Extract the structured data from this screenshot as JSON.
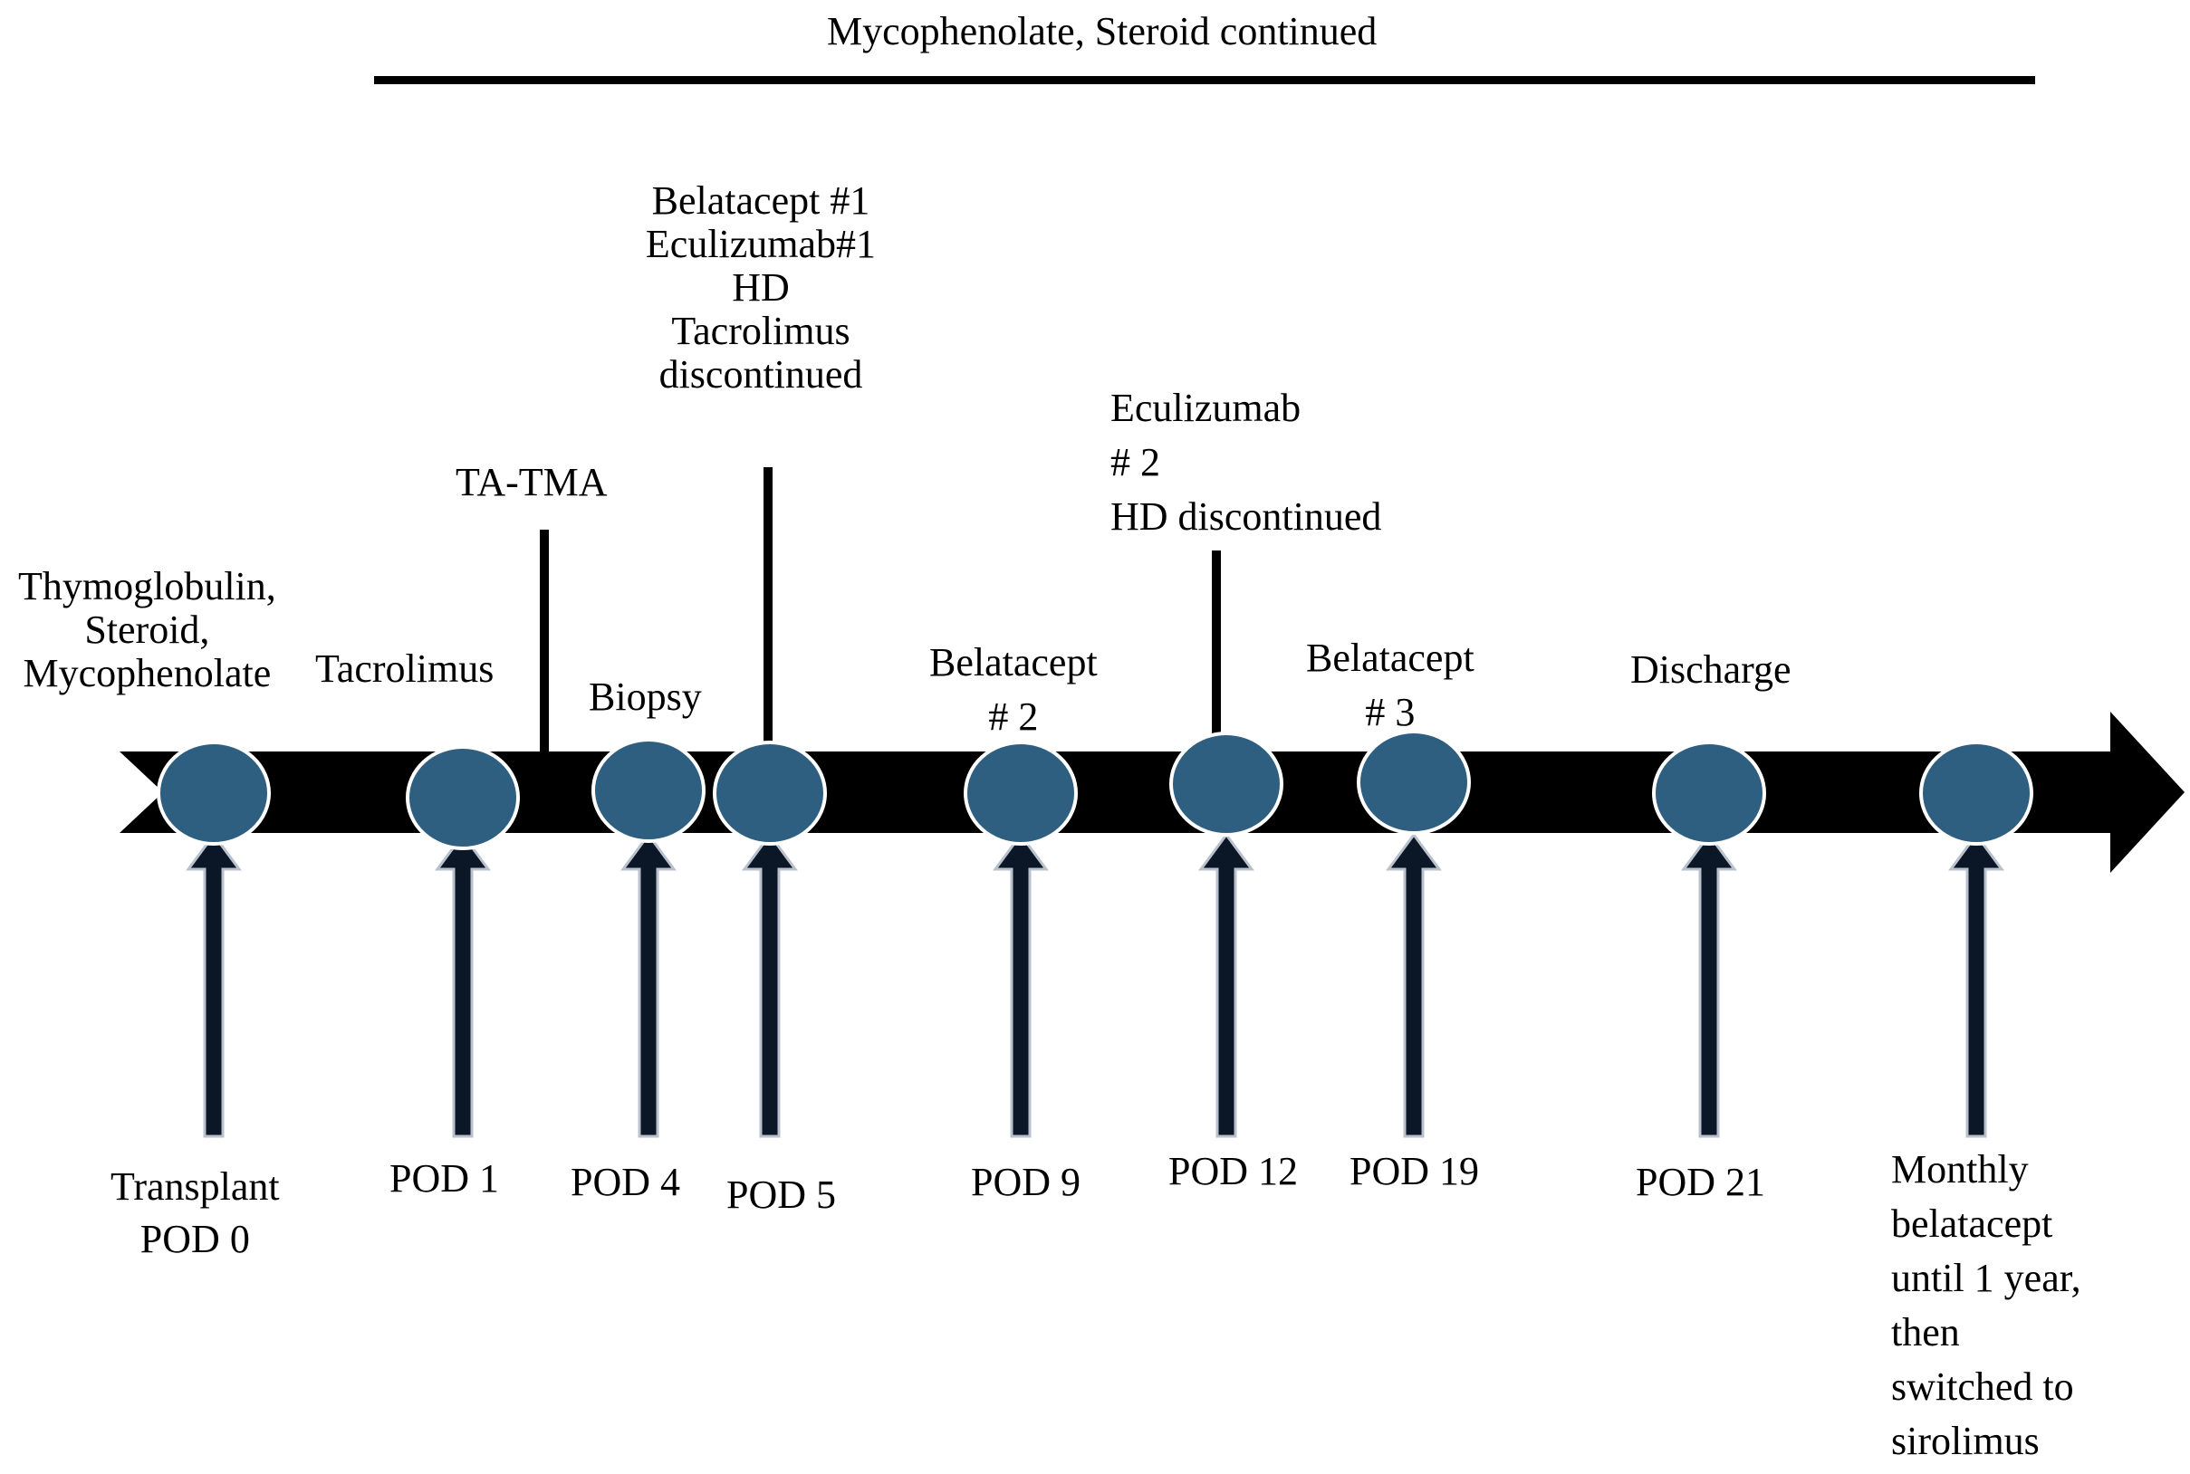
{
  "colors": {
    "background": "#ffffff",
    "ink": "#000000",
    "node_fill": "#2e5f80",
    "node_stroke": "#ffffff",
    "arrow_fill": "#0b1626",
    "arrow_stroke": "#b9c2cc"
  },
  "top_bar": {
    "label": "Mycophenolate, Steroid continued"
  },
  "events": [
    {
      "id": "pod0",
      "day": "Transplant\nPOD 0",
      "event": "Thymoglobulin,\nSteroid,\nMycophenolate"
    },
    {
      "id": "pod1",
      "day": "POD 1",
      "event": "Tacrolimus"
    },
    {
      "id": "pod4",
      "day": "POD 4",
      "event": "Biopsy"
    },
    {
      "id": "pod5",
      "day": "POD 5",
      "event": "Belatacept #1\nEculizumab#1\nHD\nTacrolimus\ndiscontinued"
    },
    {
      "id": "pod9",
      "day": "POD 9",
      "event": "Belatacept\n# 2"
    },
    {
      "id": "pod12",
      "day": "POD 12",
      "event": "Eculizumab\n# 2\nHD discontinued"
    },
    {
      "id": "pod19",
      "day": "POD 19",
      "event": "Belatacept\n# 3"
    },
    {
      "id": "pod21",
      "day": "POD 21",
      "event": "Discharge"
    },
    {
      "id": "monthly",
      "day": "Monthly\nbelatacept\nuntil 1 year,\nthen\nswitched to\nsirolimus",
      "event": ""
    }
  ],
  "callouts": {
    "ta_tma": "TA-TMA"
  }
}
